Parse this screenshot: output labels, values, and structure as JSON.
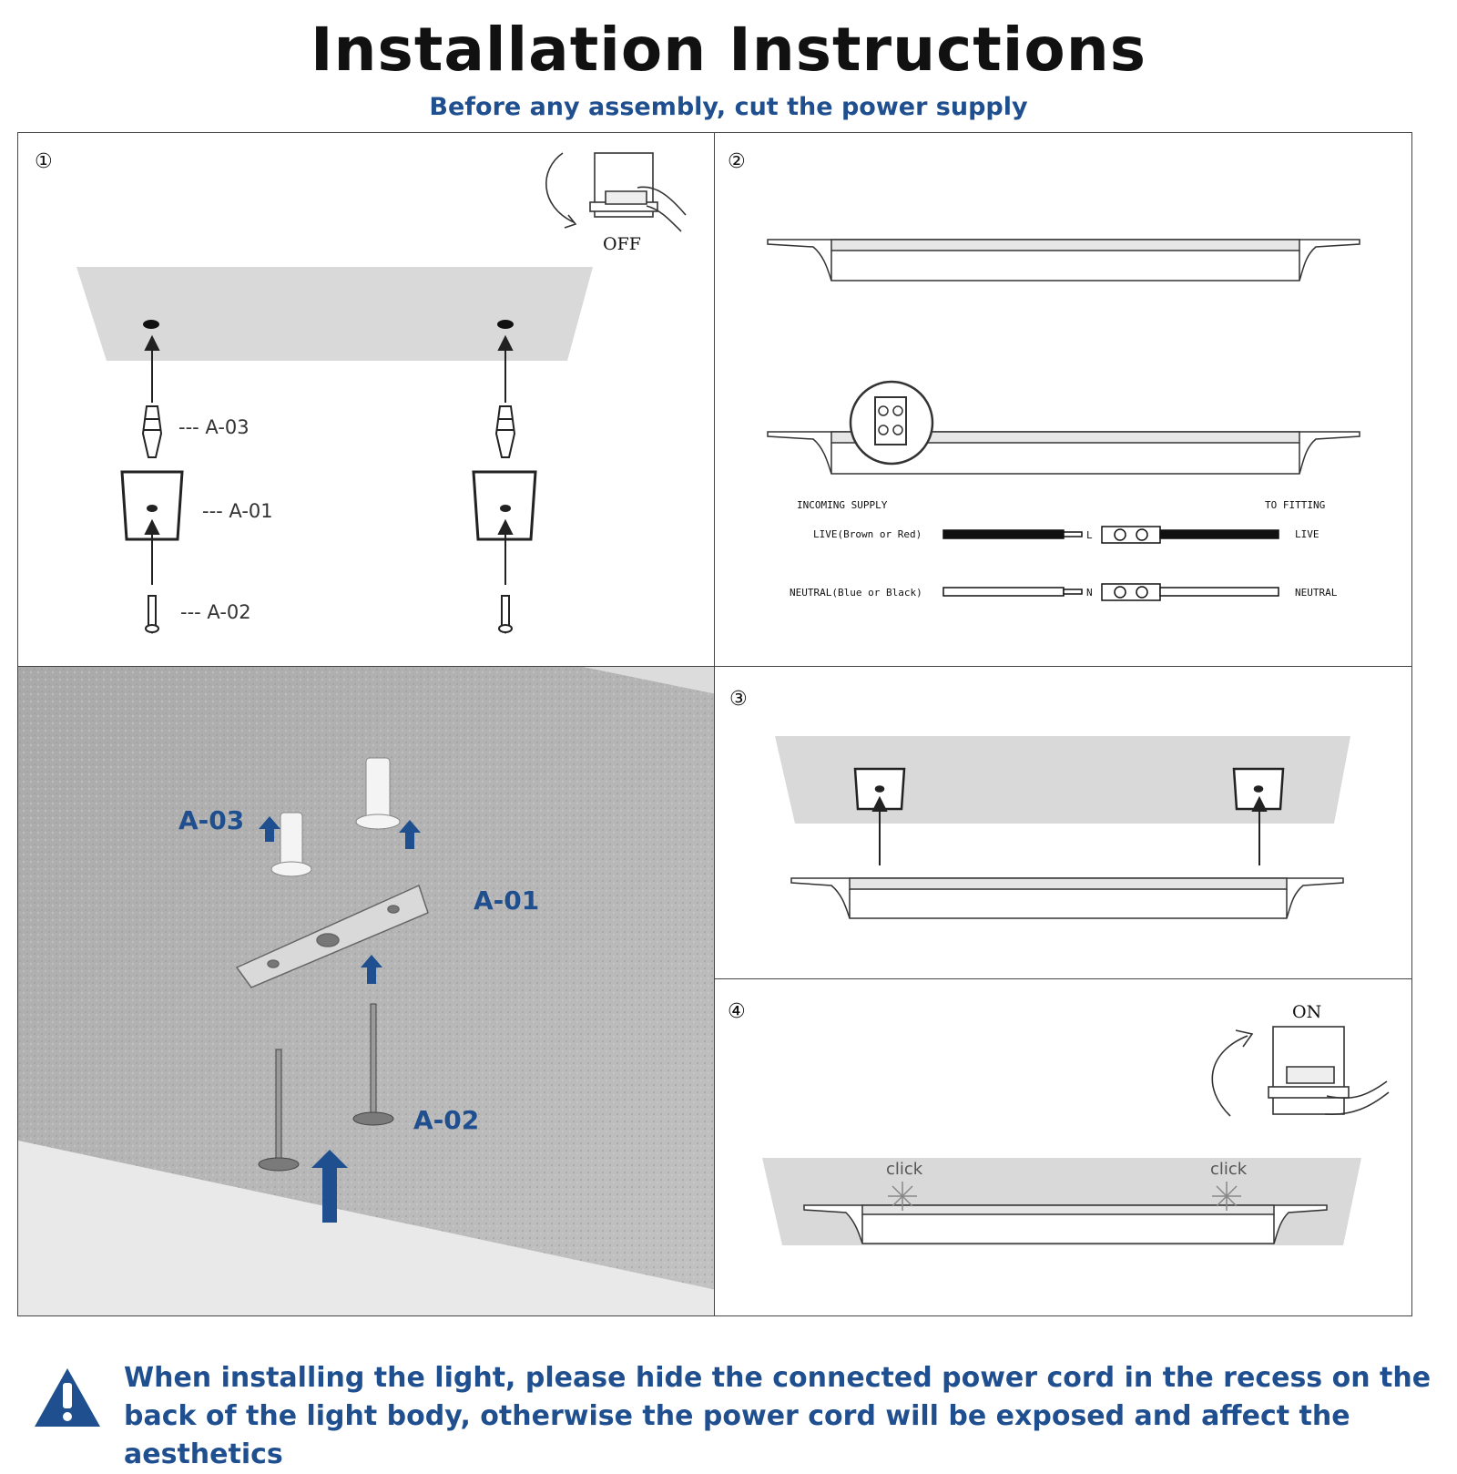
{
  "header": {
    "title": "Installation Instructions",
    "subtitle": "Before any assembly, cut the power supply"
  },
  "step1": {
    "number": "①",
    "switch_label": "OFF",
    "parts": {
      "anchor": "--- A-03",
      "bracket": "--- A-01",
      "screw": "--- A-02"
    }
  },
  "step2": {
    "number": "②",
    "incoming": "INCOMING SUPPLY",
    "to_fitting": "TO FITTING",
    "live_in": "LIVE(Brown or Red)",
    "live_out": "LIVE",
    "neutral_in": "NEUTRAL(Blue or Black)",
    "neutral_out": "NEUTRAL",
    "live_code": "L",
    "neutral_code": "N"
  },
  "photo": {
    "anchor_label": "A-03",
    "bracket_label": "A-01",
    "screw_label": "A-02"
  },
  "step3": {
    "number": "③"
  },
  "step4": {
    "number": "④",
    "switch_label": "ON",
    "click_left": "click",
    "click_right": "click"
  },
  "footer": {
    "icon": "warning-icon",
    "text": "When installing the light, please hide the connected power cord in the recess on the back of the light body, otherwise the power cord will be exposed and affect the aesthetics"
  },
  "colors": {
    "accent": "#1f4f8f",
    "ceiling": "#d9d9d9",
    "photo_bg": "#b4b4b4"
  }
}
